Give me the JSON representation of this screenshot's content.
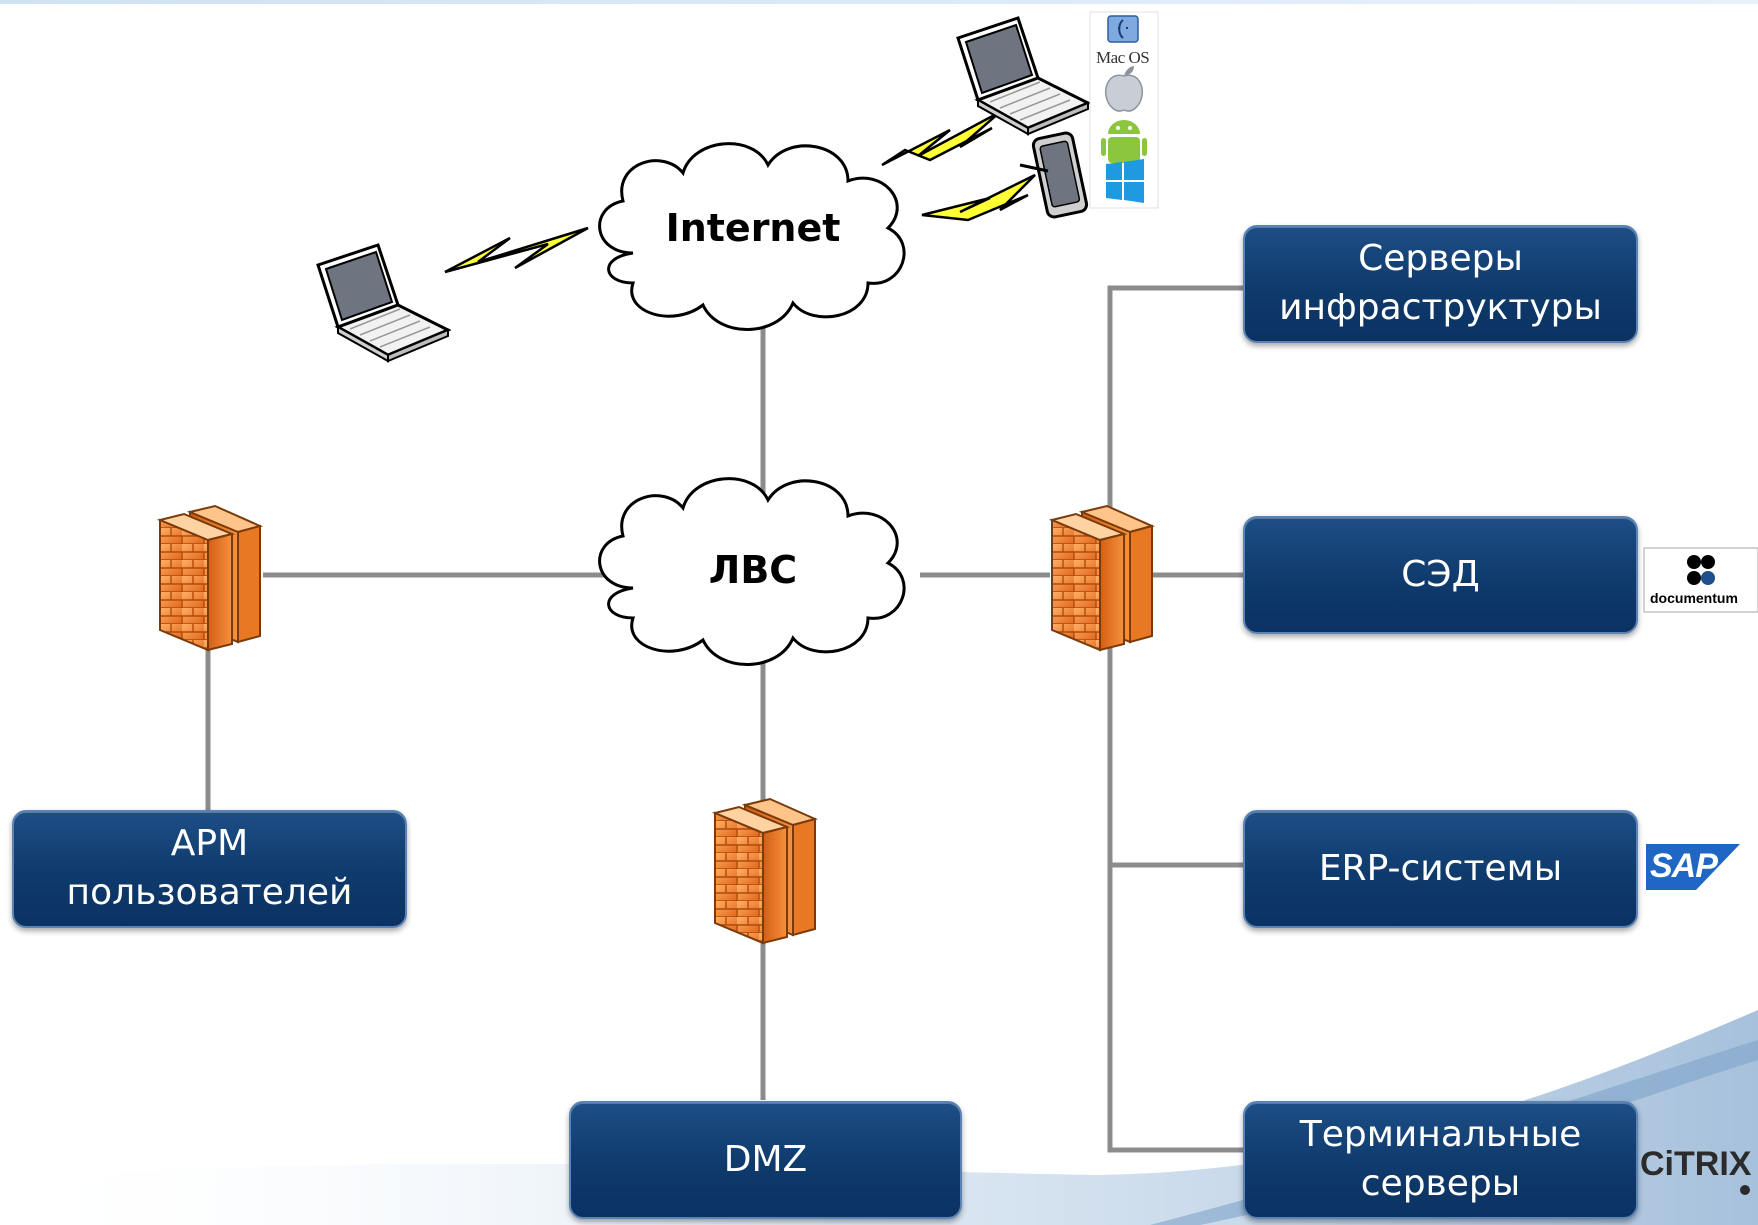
{
  "diagram": {
    "clouds": {
      "internet": "Internet",
      "lan": "ЛВС"
    },
    "nodes": {
      "infra_servers": "Серверы\nинфраструктуры",
      "edms": "СЭД",
      "erp": "ERP-системы",
      "terminal": "Терминальные\nсерверы",
      "workstations": "АРМ\nпользователей",
      "dmz": "DMZ"
    },
    "os_logos": {
      "macos": "Mac OS",
      "icons": [
        "macos-icon",
        "apple-icon",
        "android-icon",
        "windows-icon"
      ]
    },
    "vendor_logos": {
      "documentum": "documentum",
      "sap": "SAP",
      "citrix": "CiTRIX"
    },
    "colors": {
      "node_fill": "#0f3a6c",
      "line": "#8c8c8c",
      "firewall": "#f07a1e",
      "lightning": "#ffff00"
    }
  }
}
